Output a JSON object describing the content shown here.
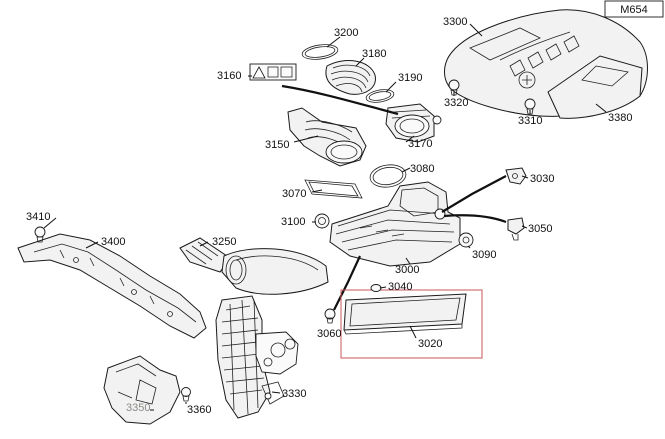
{
  "diagram": {
    "model": "M654",
    "parts": [
      {
        "id": "p3200",
        "number": "3200"
      },
      {
        "id": "p3180",
        "number": "3180"
      },
      {
        "id": "p3160",
        "number": "3160"
      },
      {
        "id": "p3190",
        "number": "3190"
      },
      {
        "id": "p3150",
        "number": "3150"
      },
      {
        "id": "p3170",
        "number": "3170"
      },
      {
        "id": "p3080",
        "number": "3080"
      },
      {
        "id": "p3070",
        "number": "3070"
      },
      {
        "id": "p3300",
        "number": "3300"
      },
      {
        "id": "p3320",
        "number": "3320"
      },
      {
        "id": "p3310",
        "number": "3310"
      },
      {
        "id": "p3380",
        "number": "3380"
      },
      {
        "id": "p3030",
        "number": "3030"
      },
      {
        "id": "p3050",
        "number": "3050"
      },
      {
        "id": "p3090",
        "number": "3090"
      },
      {
        "id": "p3000",
        "number": "3000"
      },
      {
        "id": "p3100",
        "number": "3100"
      },
      {
        "id": "p3410",
        "number": "3410"
      },
      {
        "id": "p3400",
        "number": "3400"
      },
      {
        "id": "p3250",
        "number": "3250"
      },
      {
        "id": "p3040",
        "number": "3040"
      },
      {
        "id": "p3060",
        "number": "3060"
      },
      {
        "id": "p3020",
        "number": "3020"
      },
      {
        "id": "p3330",
        "number": "3330"
      },
      {
        "id": "p3350",
        "number": "3350"
      },
      {
        "id": "p3360",
        "number": "3360"
      }
    ]
  },
  "colors": {
    "line": "#1a1a1a",
    "highlight_box": "#c9545a",
    "muted_label": "#8a8a86"
  },
  "icons": [
    "warning-icon"
  ]
}
